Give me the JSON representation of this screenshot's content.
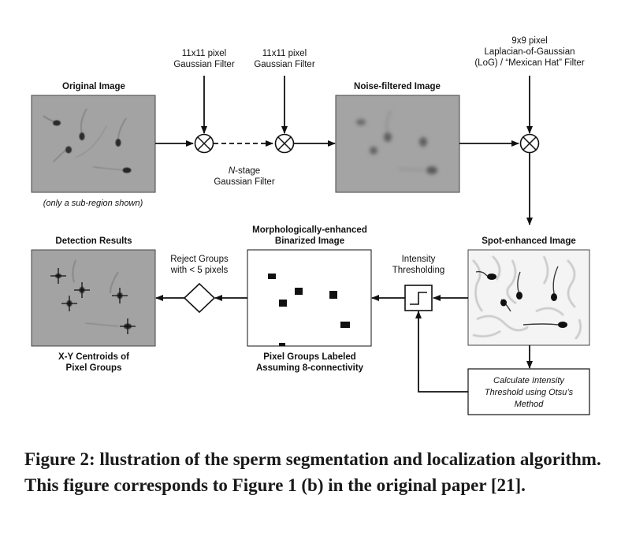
{
  "labels": {
    "original_image": "Original Image",
    "subregion_note": "(only a sub-region shown)",
    "gauss1_line1": "11x11 pixel",
    "gauss1_line2": "Gaussian Filter",
    "gauss2_line1": "11x11 pixel",
    "gauss2_line2": "Gaussian Filter",
    "nstage_line1": "N-stage",
    "nstage_line2": "Gaussian Filter",
    "noise_filtered": "Noise-filtered Image",
    "log_line1": "9x9 pixel",
    "log_line2": "Laplacian-of-Gaussian",
    "log_line3": "(LoG) / “Mexican Hat” Filter",
    "spot_enhanced": "Spot-enhanced Image",
    "otsu_line1": "Calculate Intensity",
    "otsu_line2": "Threshold using Otsu’s",
    "otsu_line3": "Method",
    "thresh_line1": "Intensity",
    "thresh_line2": "Thresholding",
    "binarized_line1": "Morphologically-enhanced",
    "binarized_line2": "Binarized Image",
    "labeled_line1": "Pixel Groups Labeled",
    "labeled_line2": "Assuming 8-connectivity",
    "reject_line1": "Reject Groups",
    "reject_line2": "with < 5 pixels",
    "detection_results": "Detection Results",
    "centroids_line1": "X-Y Centroids of",
    "centroids_line2": "Pixel Groups"
  },
  "caption": "Figure 2: llustration of the sperm segmentation and localization algorithm. This figure corresponds to Figure 1 (b) in the original paper [21].",
  "colors": {
    "panel_gray": "#9c9c9c",
    "line": "#111111"
  }
}
